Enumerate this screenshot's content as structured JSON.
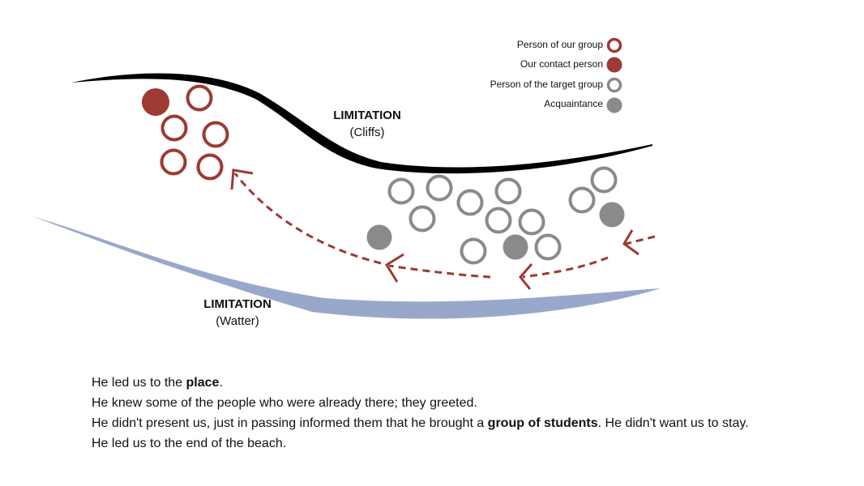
{
  "colors": {
    "our_group": "#9c3a33",
    "target_group": "#8a8a8a",
    "cliffs": "#000000",
    "water": "#98a8cb",
    "path": "#9c3a33"
  },
  "legend": [
    {
      "label": "Person of our group",
      "kind": "our-group-ring",
      "icon": "red-ring-icon"
    },
    {
      "label": "Our contact person",
      "kind": "contact-dot",
      "icon": "red-dot-icon"
    },
    {
      "label": "Person of the target group",
      "kind": "target-ring",
      "icon": "grey-ring-icon"
    },
    {
      "label": "Acquaintance",
      "kind": "acquaintance-dot",
      "icon": "grey-dot-icon"
    }
  ],
  "cliffs": {
    "title": "LIMITATION",
    "subtitle": "(Cliffs)"
  },
  "water": {
    "title": "LIMITATION",
    "subtitle": "(Watter)"
  },
  "narrative": {
    "line1": {
      "pre": "He led us to the ",
      "bold": "place",
      "post": "."
    },
    "line2": "He knew some of the people who were already there; they greeted.",
    "line3": {
      "pre": "He didn't present us, just in passing informed them that he brought a ",
      "bold": "group of students",
      "post": ". He didn't want us to stay."
    },
    "line4": "He led us to the end of the beach."
  }
}
